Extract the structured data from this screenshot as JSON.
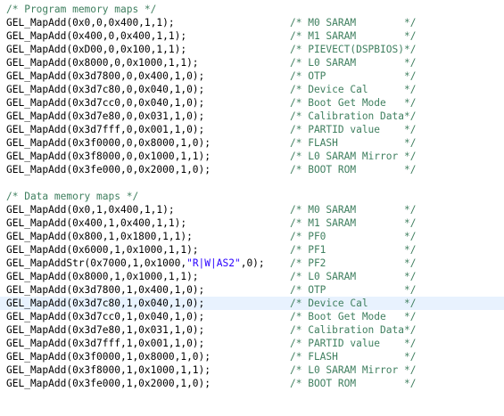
{
  "sections": [
    {
      "header": "/* Program memory maps */",
      "lines": [
        {
          "code": "GEL_MapAdd(0x0,0,0x400,1,1);",
          "comment": "/* M0 SARAM        */"
        },
        {
          "code": "GEL_MapAdd(0x400,0,0x400,1,1);",
          "comment": "/* M1 SARAM        */"
        },
        {
          "code": "GEL_MapAdd(0xD00,0,0x100,1,1);",
          "comment": "/* PIEVECT(DSPBIOS)*/"
        },
        {
          "code": "GEL_MapAdd(0x8000,0,0x1000,1,1);",
          "comment": "/* L0 SARAM        */"
        },
        {
          "code": "GEL_MapAdd(0x3d7800,0,0x400,1,0);",
          "comment": "/* OTP             */"
        },
        {
          "code": "GEL_MapAdd(0x3d7c80,0,0x040,1,0);",
          "comment": "/* Device Cal      */"
        },
        {
          "code": "GEL_MapAdd(0x3d7cc0,0,0x040,1,0);",
          "comment": "/* Boot Get Mode   */"
        },
        {
          "code": "GEL_MapAdd(0x3d7e80,0,0x031,1,0);",
          "comment": "/* Calibration Data*/"
        },
        {
          "code": "GEL_MapAdd(0x3d7fff,0,0x001,1,0);",
          "comment": "/* PARTID value    */"
        },
        {
          "code": "GEL_MapAdd(0x3f0000,0,0x8000,1,0);",
          "comment": "/* FLASH           */"
        },
        {
          "code": "GEL_MapAdd(0x3f8000,0,0x1000,1,1);",
          "comment": "/* L0 SARAM Mirror */"
        },
        {
          "code": "GEL_MapAdd(0x3fe000,0,0x2000,1,0);",
          "comment": "/* BOOT ROM        */"
        }
      ]
    },
    {
      "header": "/* Data memory maps */",
      "lines": [
        {
          "code": "GEL_MapAdd(0x0,1,0x400,1,1);",
          "comment": "/* M0 SARAM        */"
        },
        {
          "code": "GEL_MapAdd(0x400,1,0x400,1,1);",
          "comment": "/* M1 SARAM        */"
        },
        {
          "code": "GEL_MapAdd(0x800,1,0x1800,1,1);",
          "comment": "/* PF0             */"
        },
        {
          "code": "GEL_MapAdd(0x6000,1,0x1000,1,1);",
          "comment": "/* PF1             */"
        },
        {
          "code_pre": "GEL_MapAddStr(0x7000,1,0x1000,",
          "code_str": "\"R|W|AS2\"",
          "code_post": ",0);",
          "comment": "/* PF2             */"
        },
        {
          "code": "GEL_MapAdd(0x8000,1,0x1000,1,1);",
          "comment": "/* L0 SARAM        */"
        },
        {
          "code": "GEL_MapAdd(0x3d7800,1,0x400,1,0);",
          "comment": "/* OTP             */"
        },
        {
          "code": "GEL_MapAdd(0x3d7c80,1,0x040,1,0);",
          "comment": "/* Device Cal      */",
          "current": true
        },
        {
          "code": "GEL_MapAdd(0x3d7cc0,1,0x040,1,0);",
          "comment": "/* Boot Get Mode   */"
        },
        {
          "code": "GEL_MapAdd(0x3d7e80,1,0x031,1,0);",
          "comment": "/* Calibration Data*/"
        },
        {
          "code": "GEL_MapAdd(0x3d7fff,1,0x001,1,0);",
          "comment": "/* PARTID value    */"
        },
        {
          "code": "GEL_MapAdd(0x3f0000,1,0x8000,1,0);",
          "comment": "/* FLASH           */"
        },
        {
          "code": "GEL_MapAdd(0x3f8000,1,0x1000,1,1);",
          "comment": "/* L0 SARAM Mirror */"
        },
        {
          "code": "GEL_MapAdd(0x3fe000,1,0x2000,1,0);",
          "comment": "/* BOOT ROM        */"
        }
      ]
    }
  ],
  "colors": {
    "comment": "#3f7f5f",
    "string": "#2a00ff",
    "current_line": "#e8f2fe"
  }
}
